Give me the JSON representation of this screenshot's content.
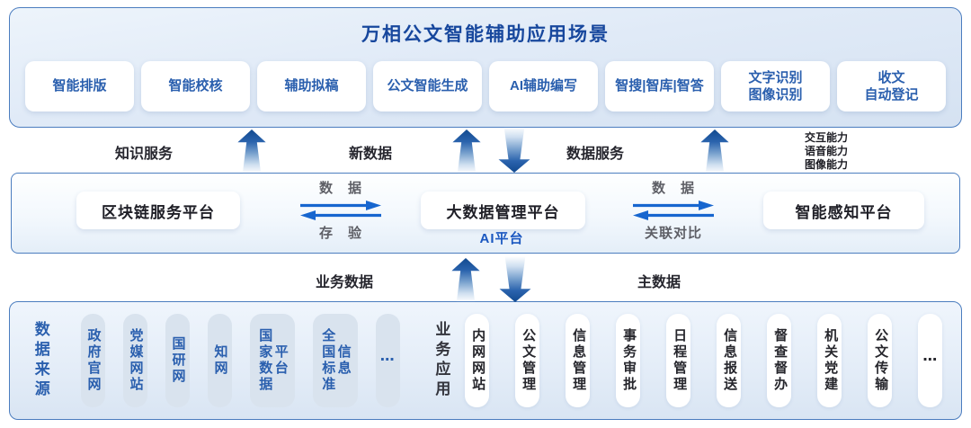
{
  "top": {
    "title": "万相公文智能辅助应用场景",
    "scenarios": [
      {
        "label": "智能排版"
      },
      {
        "label": "智能校核"
      },
      {
        "label": "辅助拟稿"
      },
      {
        "label": "公文智能生成"
      },
      {
        "label": "AI辅助编写"
      },
      {
        "label": "智搜|智库|智答"
      },
      {
        "label": "文字识别\n图像识别"
      },
      {
        "label": "收文\n自动登记"
      }
    ]
  },
  "flows": {
    "knowledge_service": "知识服务",
    "new_data": "新数据",
    "data_service": "数据服务",
    "capabilities": [
      "交互能力",
      "语音能力",
      "图像能力"
    ],
    "business_data": "业务数据",
    "master_data": "主数据"
  },
  "platforms": {
    "blockchain": "区块链服务平台",
    "bigdata": "大数据管理平台",
    "perception": "智能感知平台",
    "ai_label": "AI平台",
    "exchange_left": {
      "top_label": "数　据",
      "bottom_label": "存　验"
    },
    "exchange_right": {
      "top_label": "数　据",
      "bottom_label": "关联对比"
    }
  },
  "bottom": {
    "sources_label": "数据来源",
    "sources": [
      [
        "政府官网"
      ],
      [
        "党媒网站"
      ],
      [
        "国研网"
      ],
      [
        "知网"
      ],
      [
        "国家数据",
        "平台"
      ],
      [
        "全国标准",
        "信息"
      ],
      [
        "⋯"
      ]
    ],
    "apps_label": "业务应用",
    "apps": [
      [
        "内网网站"
      ],
      [
        "公文管理"
      ],
      [
        "信息管理"
      ],
      [
        "事务审批"
      ],
      [
        "日程管理"
      ],
      [
        "信息报送"
      ],
      [
        "督查督办"
      ],
      [
        "机关党建"
      ],
      [
        "公文传输"
      ],
      [
        "⋯"
      ]
    ]
  },
  "colors": {
    "accent_blue": "#1766cf",
    "deep_blue": "#17479d",
    "band_border": "#4b7dbf",
    "box_text_blue": "#2a5fae"
  }
}
